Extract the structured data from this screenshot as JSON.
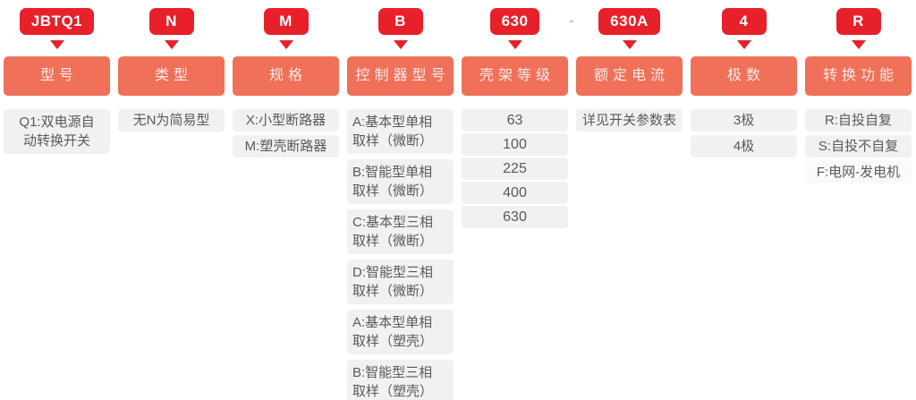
{
  "separator": "-",
  "colors": {
    "badge_red": "#E8202A",
    "header_bg": "#F0705A",
    "header_text": "#FCEBE6",
    "item_bg": "#F1F1EF",
    "item_text": "#58595B",
    "separator_text": "#9B9B9B",
    "page_bg": "#FFFFFF"
  },
  "columns": [
    {
      "code": "JBTQ1",
      "header": "型号",
      "items": [
        "Q1:双电源自\n动转换开关"
      ]
    },
    {
      "code": "N",
      "header": "类型",
      "items": [
        "无N为简易型"
      ]
    },
    {
      "code": "M",
      "header": "规格",
      "items": [
        "X:小型断路器",
        "M:塑壳断路器"
      ]
    },
    {
      "code": "B",
      "header": "控制器型号",
      "items": [
        "A:基本型单相\n取样（微断）",
        "B:智能型单相\n取样（微断）",
        "C:基本型三相\n取样（微断）",
        "D:智能型三相\n取样（微断）",
        "A:基本型单相\n取样（塑壳）",
        "B:智能型三相\n取样（塑壳）"
      ]
    },
    {
      "code": "630",
      "header": "壳架等级",
      "items": [
        "63",
        "100",
        "225",
        "400",
        "630"
      ]
    },
    {
      "code": "630A",
      "header": "额定电流",
      "items": [
        "详见开关参数表"
      ]
    },
    {
      "code": "4",
      "header": "极数",
      "items": [
        "3极",
        "4极"
      ]
    },
    {
      "code": "R",
      "header": "转换功能",
      "items": [
        "R:自投自复",
        "S:自投不自复",
        "F:电网-发电机"
      ]
    }
  ]
}
